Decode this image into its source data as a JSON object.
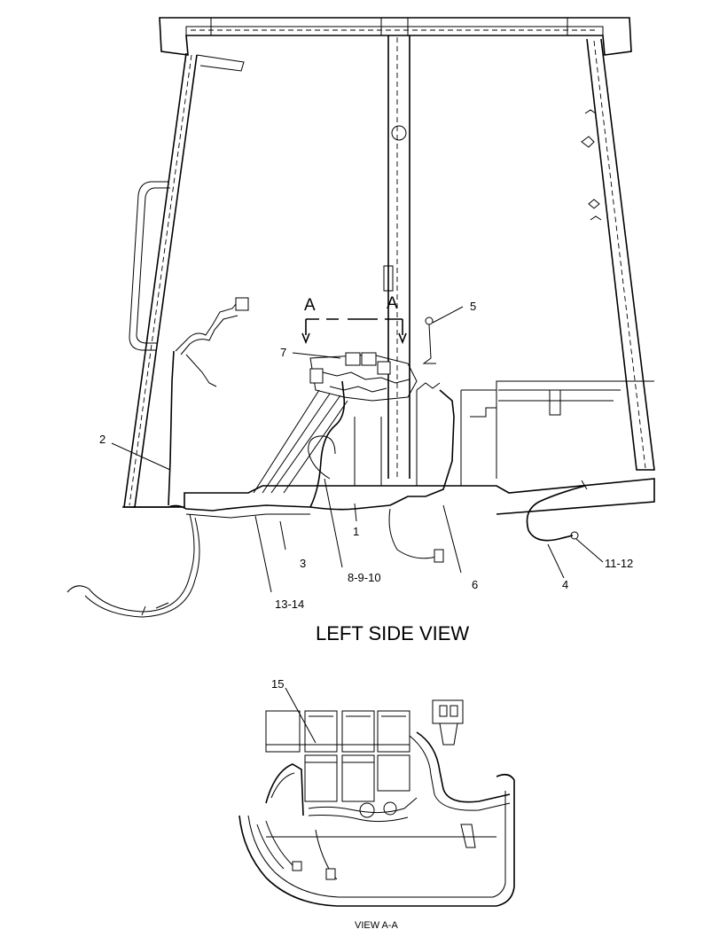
{
  "labels": {
    "c1": "1",
    "c2": "2",
    "c3": "3",
    "c4": "4",
    "c5": "5",
    "c6": "6",
    "c7": "7",
    "c8": "8-9-10",
    "c11": "11-12",
    "c13": "13-14",
    "c15": "15"
  },
  "section_marks": {
    "left": "A",
    "right": "A"
  },
  "titles": {
    "main_view": "LEFT SIDE VIEW",
    "detail_view": "VIEW A-A"
  }
}
